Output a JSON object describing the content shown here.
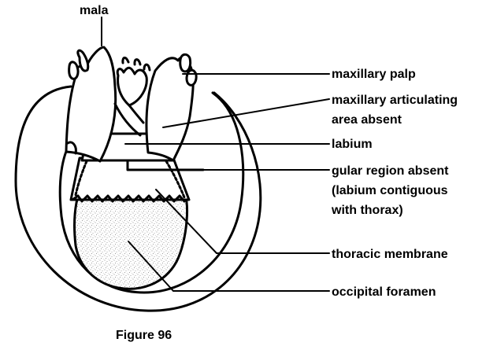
{
  "figure": {
    "caption": "Figure 96"
  },
  "labels": {
    "mala": "mala",
    "maxillary_palp": "maxillary palp",
    "maxillary_articulating_line1": "maxillary articulating",
    "maxillary_articulating_line2": "area absent",
    "labium": "labium",
    "gular_line1": "gular region absent",
    "gular_line2": "(labium contiguous",
    "gular_line3": "with thorax)",
    "thoracic_membrane": "thoracic membrane",
    "occipital_foramen": "occipital foramen"
  },
  "colors": {
    "ink": "#000000",
    "background": "#ffffff",
    "stipple": "#7a7a7a"
  }
}
